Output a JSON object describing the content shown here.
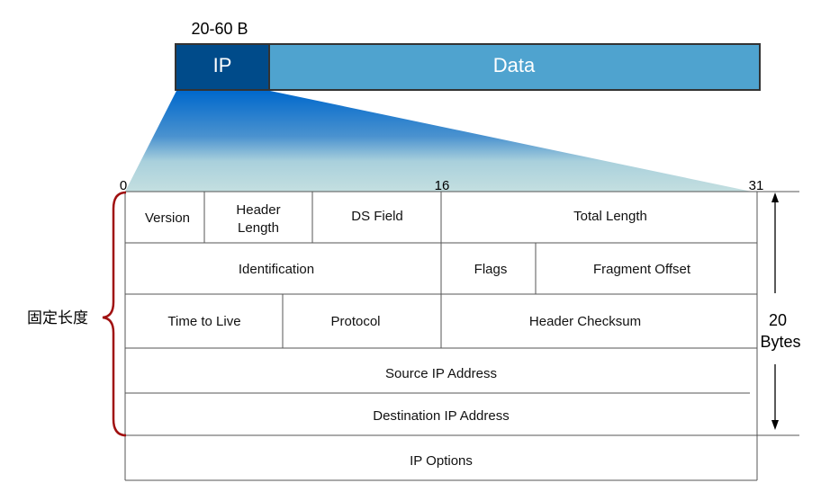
{
  "packet": {
    "size_label": "20-60 B",
    "ip_label": "IP",
    "data_label": "Data"
  },
  "bit_markers": [
    "0",
    "16",
    "31"
  ],
  "header": {
    "row1": [
      "Version",
      "Header",
      "Length",
      "DS Field",
      "Total Length"
    ],
    "row2": [
      "Identification",
      "Flags",
      "Fragment Offset"
    ],
    "row3": [
      "Time to Live",
      "Protocol",
      "Header Checksum"
    ],
    "row4": "Source IP Address",
    "row5": "Destination IP Address",
    "row6": "IP  Options"
  },
  "fixed_length_label": "固定长度",
  "size_annotation": {
    "number": "20",
    "unit": "Bytes"
  },
  "colors": {
    "ip_box": "#004b8a",
    "data_box": "#4fa3cf",
    "brace": "#a01010",
    "fan_top": "#0068cc",
    "fan_bottom": "#c4dfe0"
  }
}
